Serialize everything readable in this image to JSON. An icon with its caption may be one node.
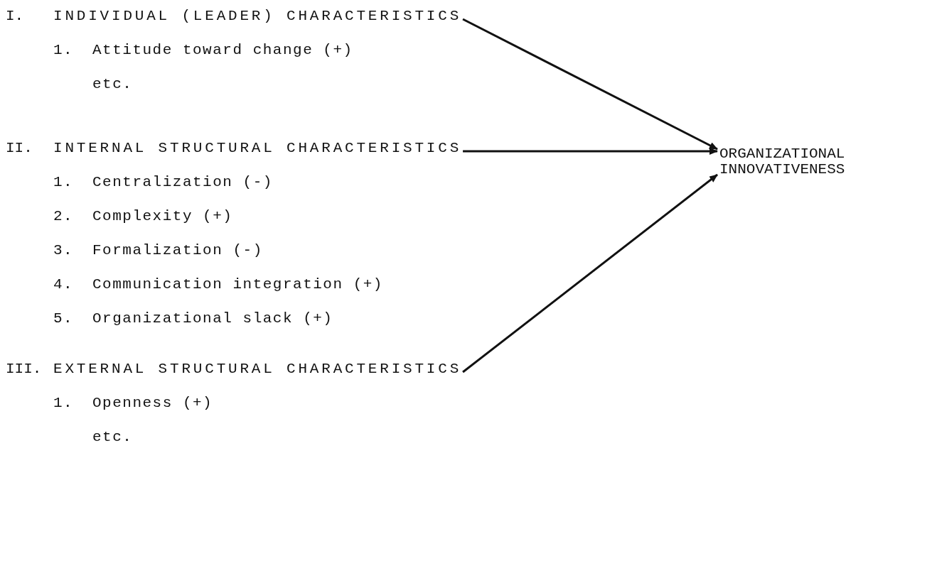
{
  "diagram": {
    "nodes": [
      {
        "text": [
          "I.",
          "INDIVIDUAL (LEADER) CHARACTERISTICS"
        ]
      },
      {
        "text": [
          "II.",
          "INTERNAL STRUCTURAL CHARACTERISTICS"
        ]
      },
      {
        "text": [
          "III.",
          "EXTERNAL STRUCTURAL CHARACTERISTICS"
        ]
      },
      {
        "text": [
          "ORGANIZATIONAL INNOVATIVENESS"
        ]
      }
    ],
    "edges": [
      {
        "from": 0,
        "to": 3,
        "arrow": "to"
      },
      {
        "from": 1,
        "to": 3,
        "arrow": "to"
      },
      {
        "from": 2,
        "to": 3,
        "arrow": "to"
      }
    ],
    "labels": [
      "1.",
      "Attitude toward change (+)",
      "etc.",
      "1.",
      "Centralization (-)",
      "2.",
      "Complexity (+)",
      "3.",
      "Formalization (-)",
      "4.",
      "Communication integration (+)",
      "5.",
      "Organizational slack (+)",
      "1.",
      "Openness (+)",
      "etc."
    ]
  }
}
